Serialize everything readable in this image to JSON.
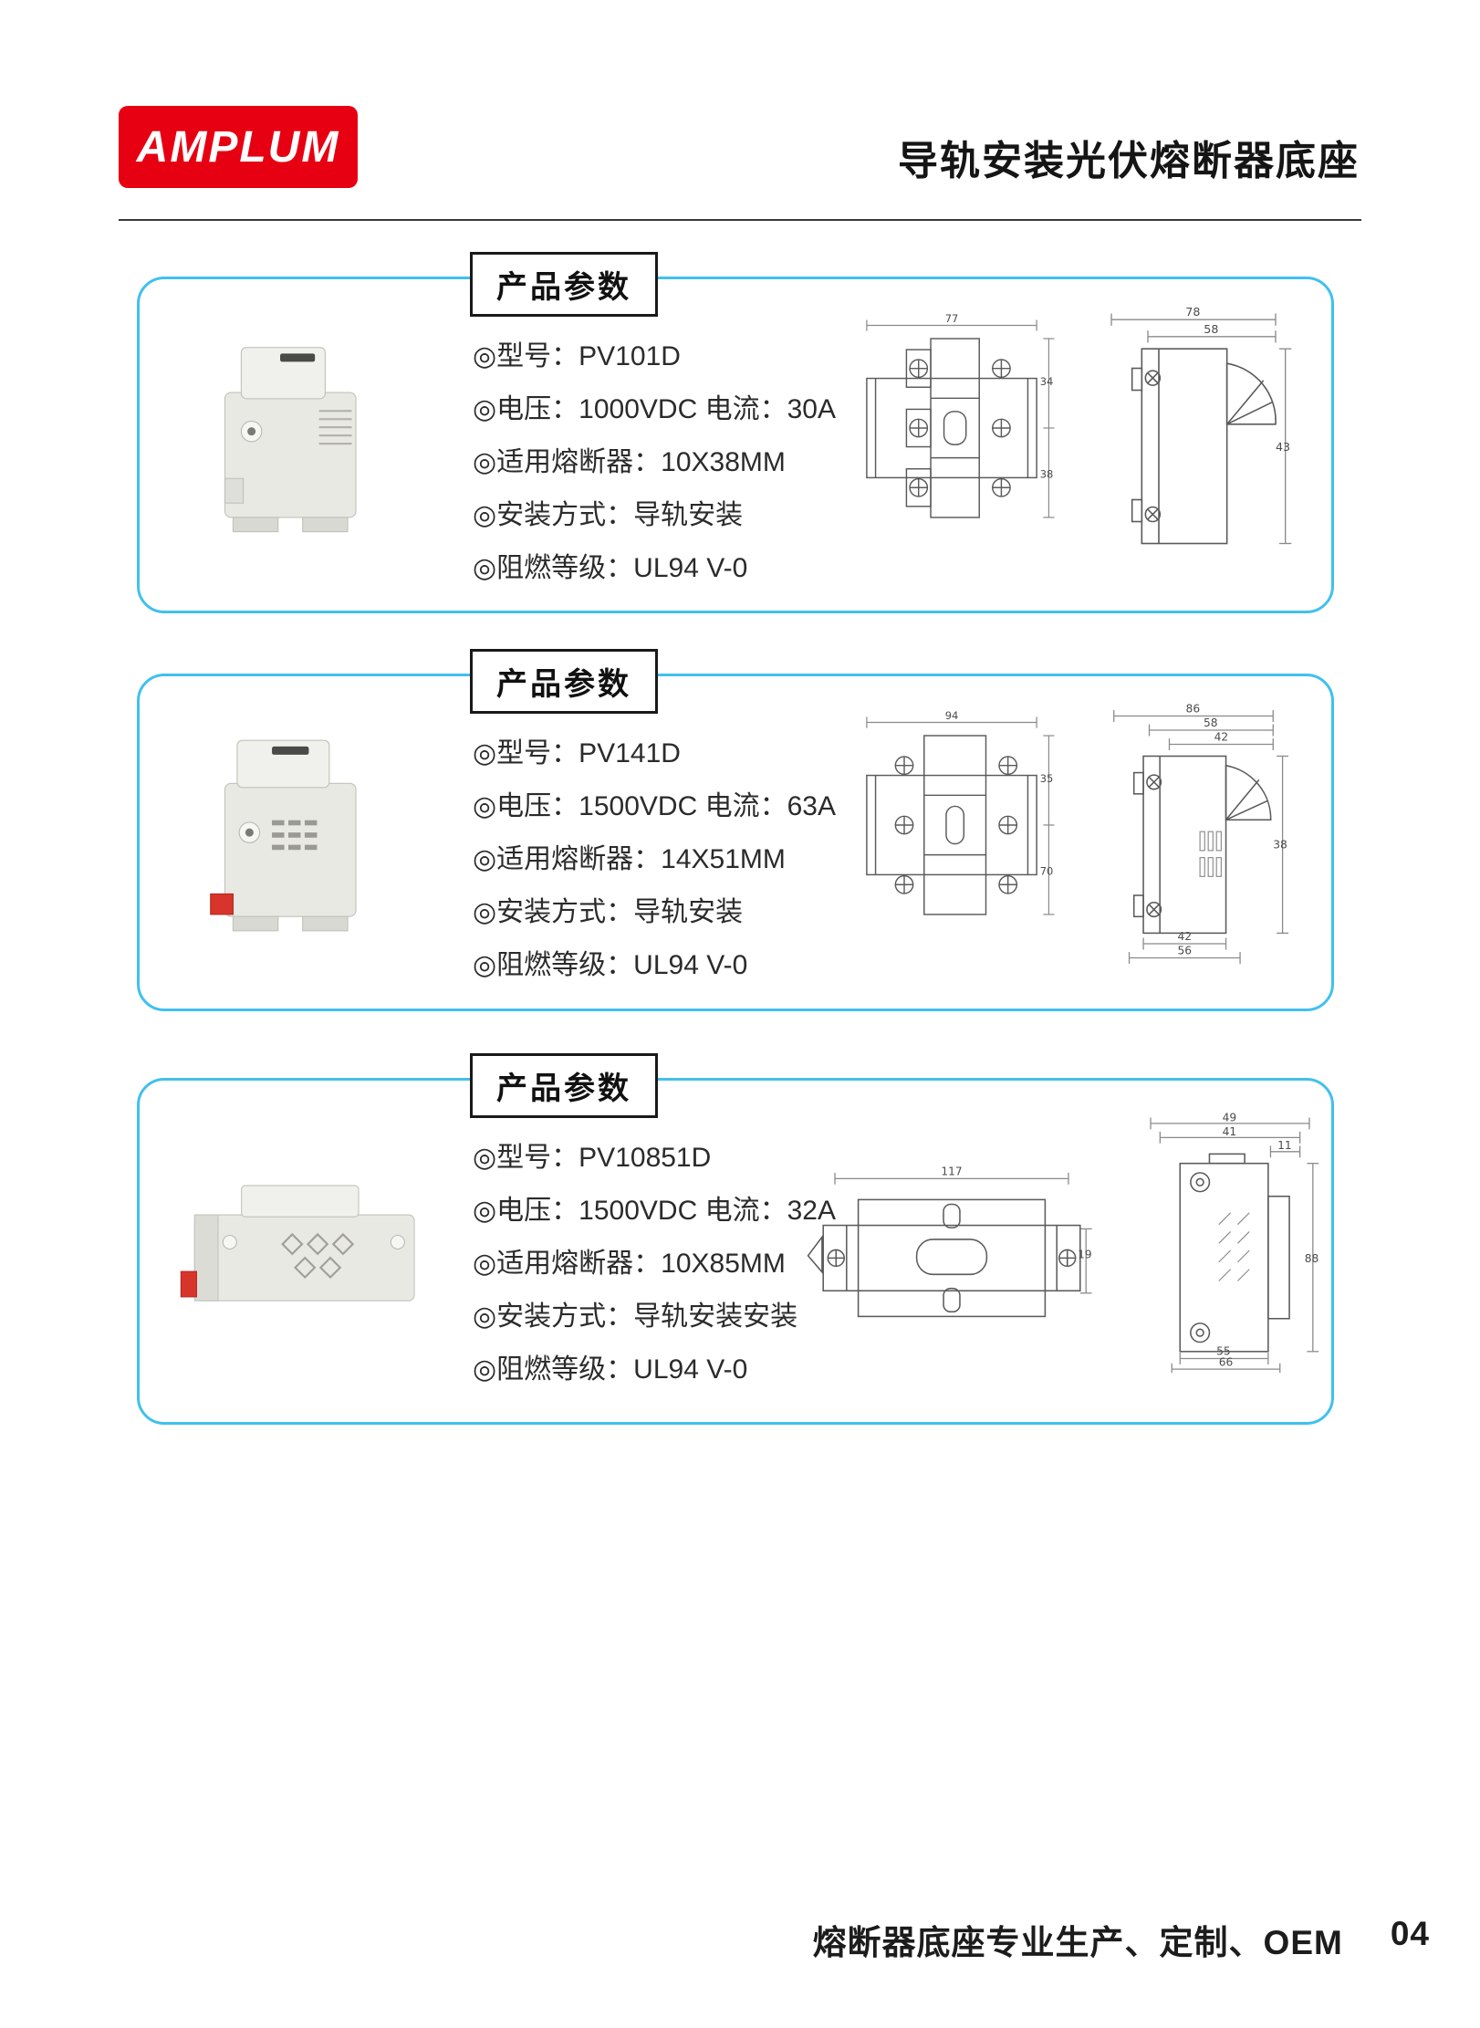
{
  "page": {
    "accent_color": "#41c0ee",
    "brand_color": "#e60012"
  },
  "header": {
    "logo": "AMPLUM",
    "title": "导轨安装光伏熔断器底座"
  },
  "cards": [
    {
      "param_label": "产品参数",
      "specs": [
        "◎型号：PV101D",
        "◎电压：1000VDC 电流：30A",
        "◎适用熔断器：10X38MM",
        "◎安装方式：导轨安装",
        "◎阻燃等级：UL94 V-0"
      ],
      "front_dims": [
        "77",
        "34",
        "38"
      ],
      "side_dims": [
        "78",
        "58",
        "43"
      ]
    },
    {
      "param_label": "产品参数",
      "specs": [
        "◎型号：PV141D",
        "◎电压：1500VDC 电流：63A",
        "◎适用熔断器：14X51MM",
        "◎安装方式：导轨安装",
        "◎阻燃等级：UL94 V-0"
      ],
      "front_dims": [
        "94",
        "35",
        "70"
      ],
      "side_dims": [
        "86",
        "58",
        "42",
        "38",
        "42",
        "56"
      ]
    },
    {
      "param_label": "产品参数",
      "specs": [
        "◎型号：PV10851D",
        "◎电压：1500VDC 电流：32A",
        "◎适用熔断器：10X85MM",
        "◎安装方式：导轨安装安装",
        "◎阻燃等级：UL94 V-0"
      ],
      "front_dims": [
        "117",
        "19"
      ],
      "side_dims": [
        "49",
        "41",
        "11",
        "88",
        "55",
        "66"
      ]
    }
  ],
  "footer": {
    "text": "熔断器底座专业生产、定制、OEM",
    "page": "04"
  }
}
